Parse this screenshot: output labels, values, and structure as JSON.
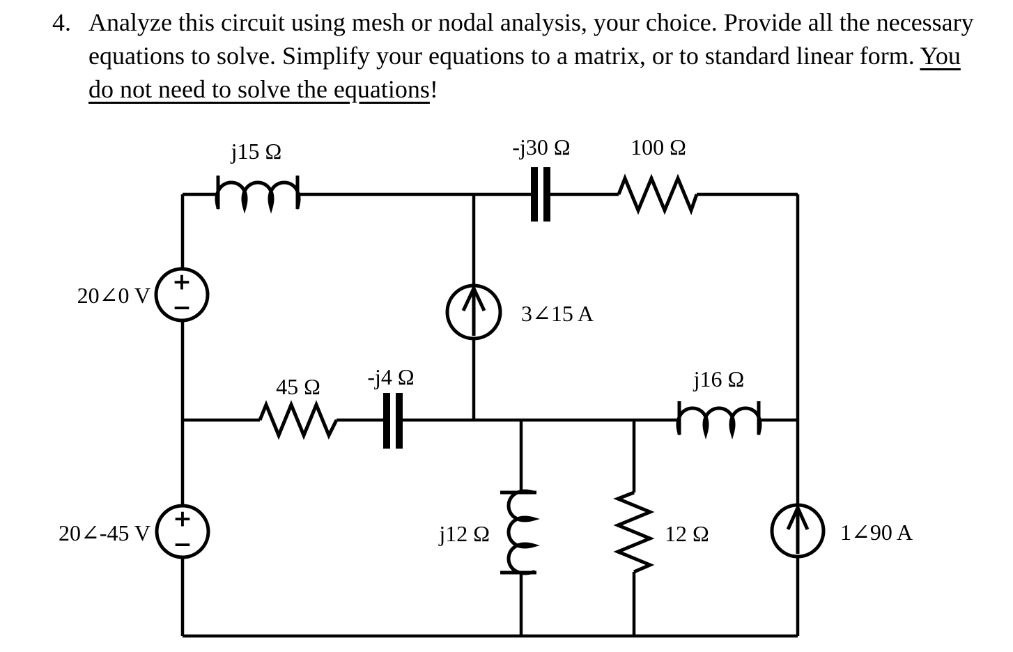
{
  "problem": {
    "number": "4.",
    "lines": [
      {
        "plain": "Analyze this circuit using mesh or nodal analysis, your choice. Provide all the necessary"
      },
      {
        "plain": "equations to solve. Simplify your equations to a matrix, or to standard linear form.",
        "underlined": "You"
      },
      {
        "underlined": "do not need to solve the equations",
        "plain_after": "!"
      }
    ]
  },
  "circuit": {
    "colors": {
      "line": "#000000",
      "background": "#ffffff"
    },
    "components": {
      "inductor_j15": {
        "type": "inductor",
        "label": "j15 Ω"
      },
      "capacitor_j30": {
        "type": "capacitor",
        "label": "-j30 Ω"
      },
      "resistor_100": {
        "type": "resistor",
        "label": "100 Ω"
      },
      "vsource_20_0": {
        "type": "voltage-source",
        "label": "20∠0 V",
        "plus": "+",
        "minus": "−"
      },
      "isource_3_15": {
        "type": "current-source",
        "label": "3∠15 A"
      },
      "resistor_45": {
        "type": "resistor",
        "label": "45 Ω"
      },
      "capacitor_j4": {
        "type": "capacitor",
        "label": "-j4 Ω"
      },
      "inductor_j16": {
        "type": "inductor",
        "label": "j16 Ω"
      },
      "vsource_20_m45": {
        "type": "voltage-source",
        "label": "20∠-45 V",
        "plus": "+",
        "minus": "−"
      },
      "inductor_j12": {
        "type": "inductor",
        "label": "j12 Ω"
      },
      "resistor_12": {
        "type": "resistor",
        "label": "12 Ω"
      },
      "isource_1_90": {
        "type": "current-source",
        "label": "1∠90 A"
      }
    }
  }
}
